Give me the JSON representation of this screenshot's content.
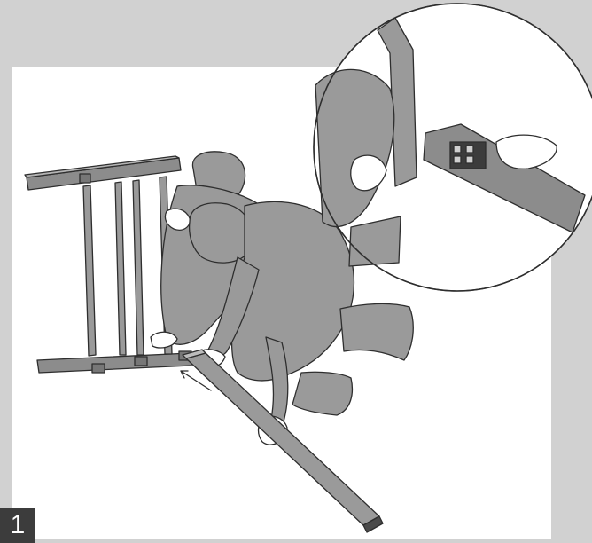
{
  "step": {
    "number": "1"
  },
  "illustration": {
    "subject": "two-people-assembling-bed-frame",
    "detail": "rail-connector-closeup",
    "colors": {
      "background": "#d1d1d1",
      "panel": "#ffffff",
      "figure": "#9a9a9a",
      "metal": "#8c8c8c",
      "outline": "#2e2e2e",
      "badge": "#3c3c3c"
    }
  }
}
